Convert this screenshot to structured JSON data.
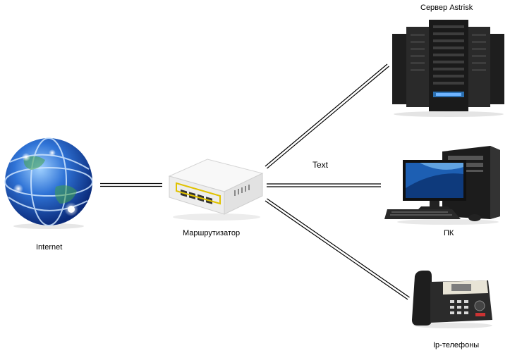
{
  "nodes": {
    "internet": {
      "label": "Internet",
      "icon": "globe-icon"
    },
    "router": {
      "label": "Маршрутизатор",
      "icon": "router-icon"
    },
    "server": {
      "label": "Сервер Astrisk",
      "icon": "server-rack-icon"
    },
    "pc": {
      "label": "ПК",
      "icon": "desktop-pc-icon"
    },
    "phone": {
      "label": "Ip-телефоны",
      "icon": "ip-phone-icon"
    }
  },
  "edges": {
    "router_pc_label": "Text"
  }
}
